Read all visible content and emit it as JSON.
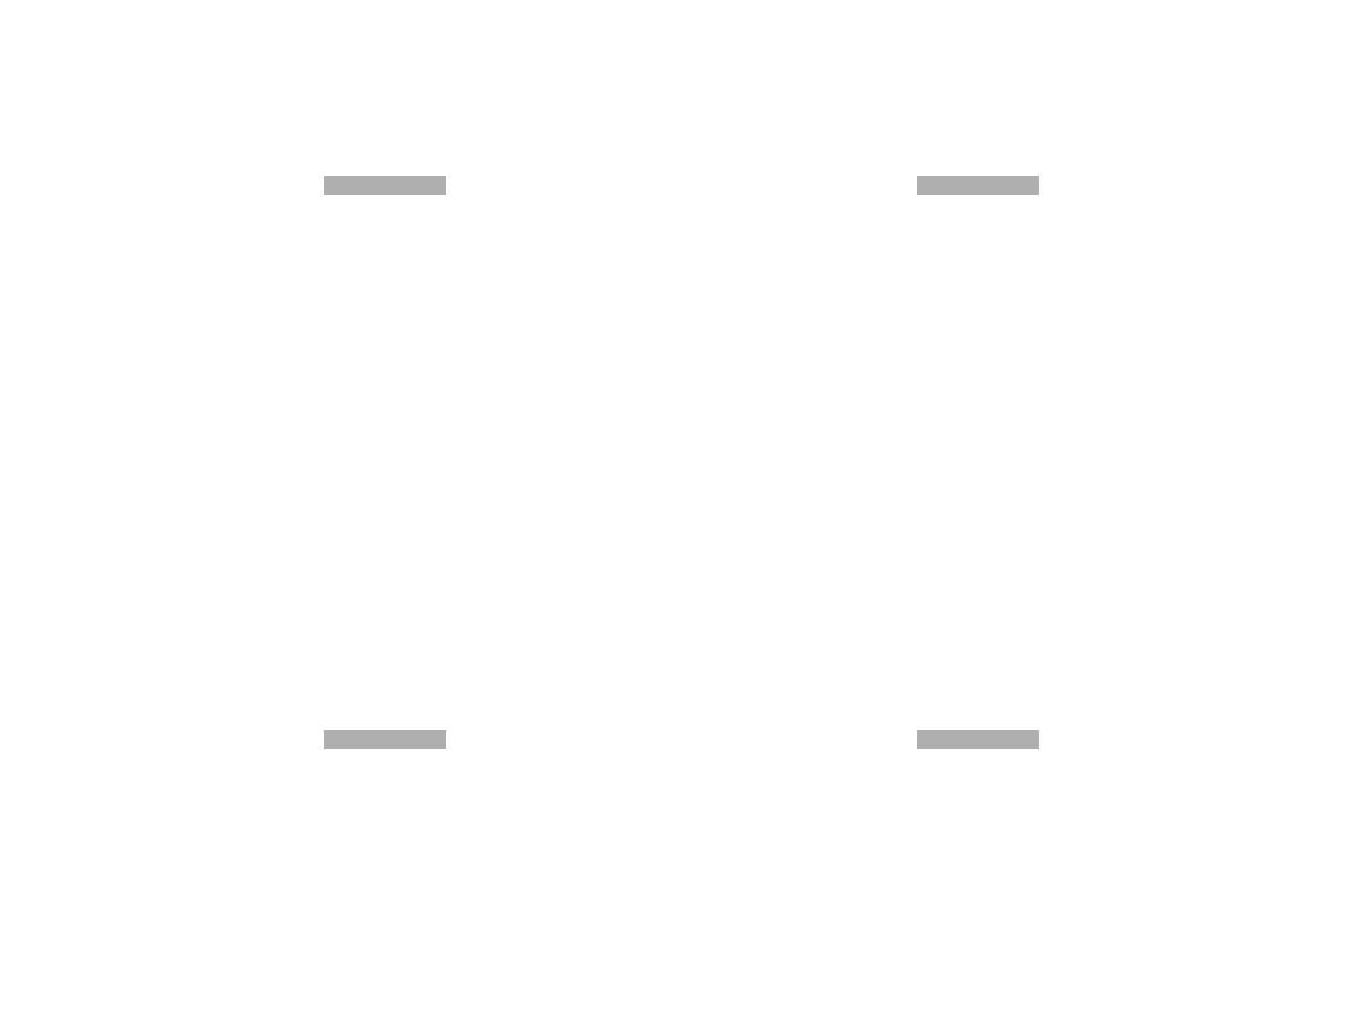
{
  "colors": {
    "background": "#ffffff",
    "bar": "#afafaf"
  },
  "bars": [
    {
      "name": "gray-bar-top-left"
    },
    {
      "name": "gray-bar-top-right"
    },
    {
      "name": "gray-bar-bottom-left"
    },
    {
      "name": "gray-bar-bottom-right"
    }
  ]
}
